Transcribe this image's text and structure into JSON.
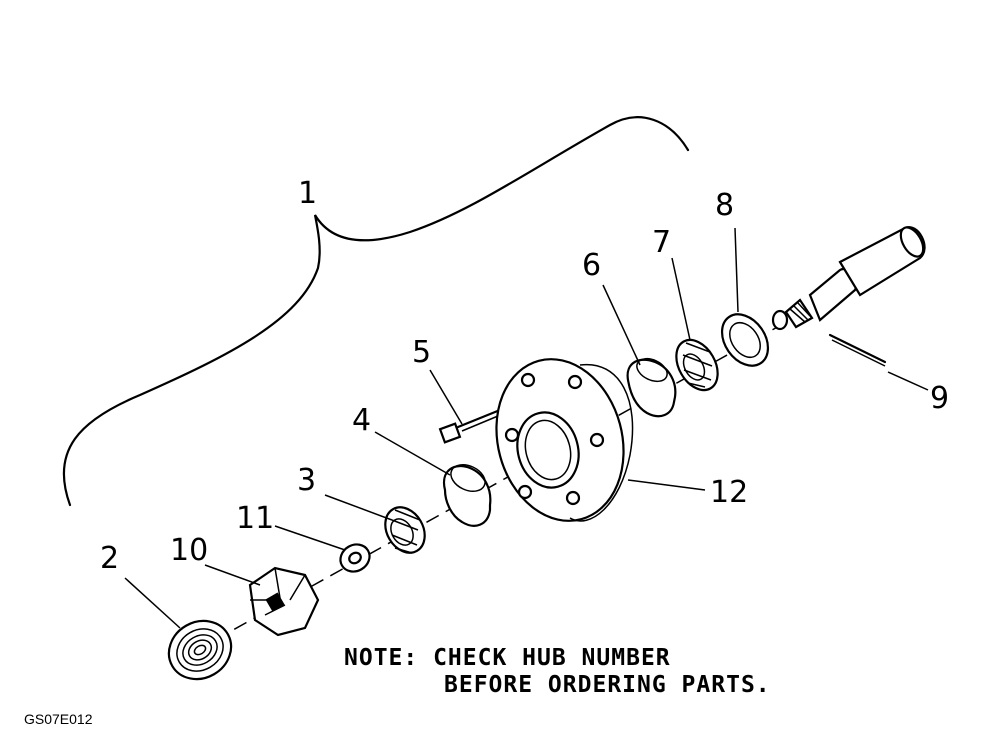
{
  "callouts": {
    "c1": "1",
    "c2": "2",
    "c3": "3",
    "c4": "4",
    "c5": "5",
    "c6": "6",
    "c7": "7",
    "c8": "8",
    "c9": "9",
    "c10": "10",
    "c11": "11",
    "c12": "12"
  },
  "note": {
    "line1": "NOTE: CHECK HUB NUMBER",
    "line2": "BEFORE ORDERING PARTS."
  },
  "figure_code": "GS07E012"
}
